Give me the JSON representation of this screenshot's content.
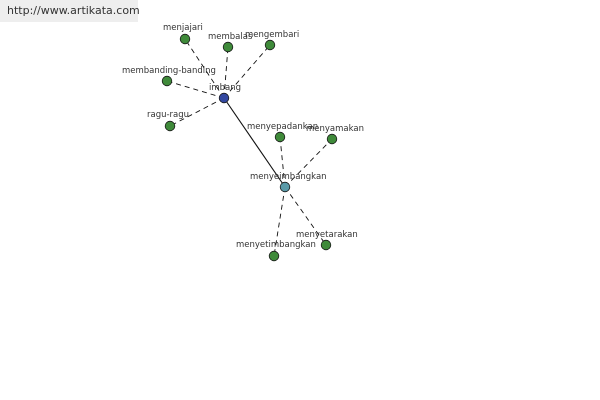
{
  "source_link": "http://www.artikata.com",
  "colors": {
    "center_node": "#3348a0",
    "hub_node": "#5a9aa8",
    "leaf_node": "#3f8a3a",
    "node_stroke": "#1a1a1a",
    "edge": "#111111",
    "label": "#333333"
  },
  "graph": {
    "nodes": [
      {
        "id": "imbang",
        "label": "imbang",
        "role": "center"
      },
      {
        "id": "menyeimbangkan",
        "label": "menyeimbangkan",
        "role": "hub"
      },
      {
        "id": "menjajari",
        "label": "menjajari",
        "role": "leaf"
      },
      {
        "id": "membalas",
        "label": "membalas",
        "role": "leaf"
      },
      {
        "id": "mengembari",
        "label": "mengembari",
        "role": "leaf"
      },
      {
        "id": "membanding-banding",
        "label": "membanding-banding",
        "role": "leaf"
      },
      {
        "id": "ragu-ragu",
        "label": "ragu-ragu",
        "role": "leaf"
      },
      {
        "id": "menyepadankan",
        "label": "menyepadankan",
        "role": "leaf"
      },
      {
        "id": "menyamakan",
        "label": "menyamakan",
        "role": "leaf"
      },
      {
        "id": "menyetimbangkan",
        "label": "menyetimbangkan",
        "role": "leaf"
      },
      {
        "id": "menyetarakan",
        "label": "menyetarakan",
        "role": "leaf"
      }
    ],
    "edges": [
      {
        "from": "imbang",
        "to": "menyeimbangkan",
        "style": "solid"
      },
      {
        "from": "imbang",
        "to": "menjajari",
        "style": "dashed"
      },
      {
        "from": "imbang",
        "to": "membalas",
        "style": "dashed"
      },
      {
        "from": "imbang",
        "to": "mengembari",
        "style": "dashed"
      },
      {
        "from": "imbang",
        "to": "membanding-banding",
        "style": "dashed"
      },
      {
        "from": "imbang",
        "to": "ragu-ragu",
        "style": "dashed"
      },
      {
        "from": "menyeimbangkan",
        "to": "menyepadankan",
        "style": "dashed"
      },
      {
        "from": "menyeimbangkan",
        "to": "menyamakan",
        "style": "dashed"
      },
      {
        "from": "menyeimbangkan",
        "to": "menyetimbangkan",
        "style": "dashed"
      },
      {
        "from": "menyeimbangkan",
        "to": "menyetarakan",
        "style": "dashed"
      }
    ]
  }
}
